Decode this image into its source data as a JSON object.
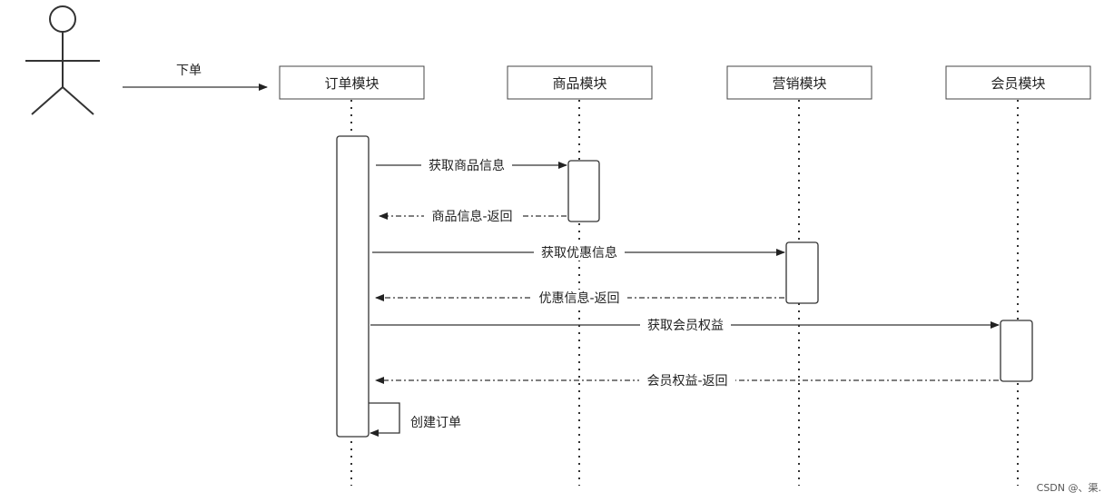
{
  "actor": {
    "name": ""
  },
  "initial_message": {
    "label": "下单"
  },
  "participants": [
    {
      "id": "order",
      "label": "订单模块"
    },
    {
      "id": "product",
      "label": "商品模块"
    },
    {
      "id": "marketing",
      "label": "营销模块"
    },
    {
      "id": "member",
      "label": "会员模块"
    }
  ],
  "messages": [
    {
      "from": "order",
      "to": "product",
      "label": "获取商品信息",
      "type": "call"
    },
    {
      "from": "product",
      "to": "order",
      "label": "商品信息-返回",
      "type": "return"
    },
    {
      "from": "order",
      "to": "marketing",
      "label": "获取优惠信息",
      "type": "call"
    },
    {
      "from": "marketing",
      "to": "order",
      "label": "优惠信息-返回",
      "type": "return"
    },
    {
      "from": "order",
      "to": "member",
      "label": "获取会员权益",
      "type": "call"
    },
    {
      "from": "member",
      "to": "order",
      "label": "会员权益-返回",
      "type": "return"
    },
    {
      "from": "order",
      "to": "order",
      "label": "创建订单",
      "type": "self"
    }
  ],
  "watermark": "CSDN @、渠."
}
